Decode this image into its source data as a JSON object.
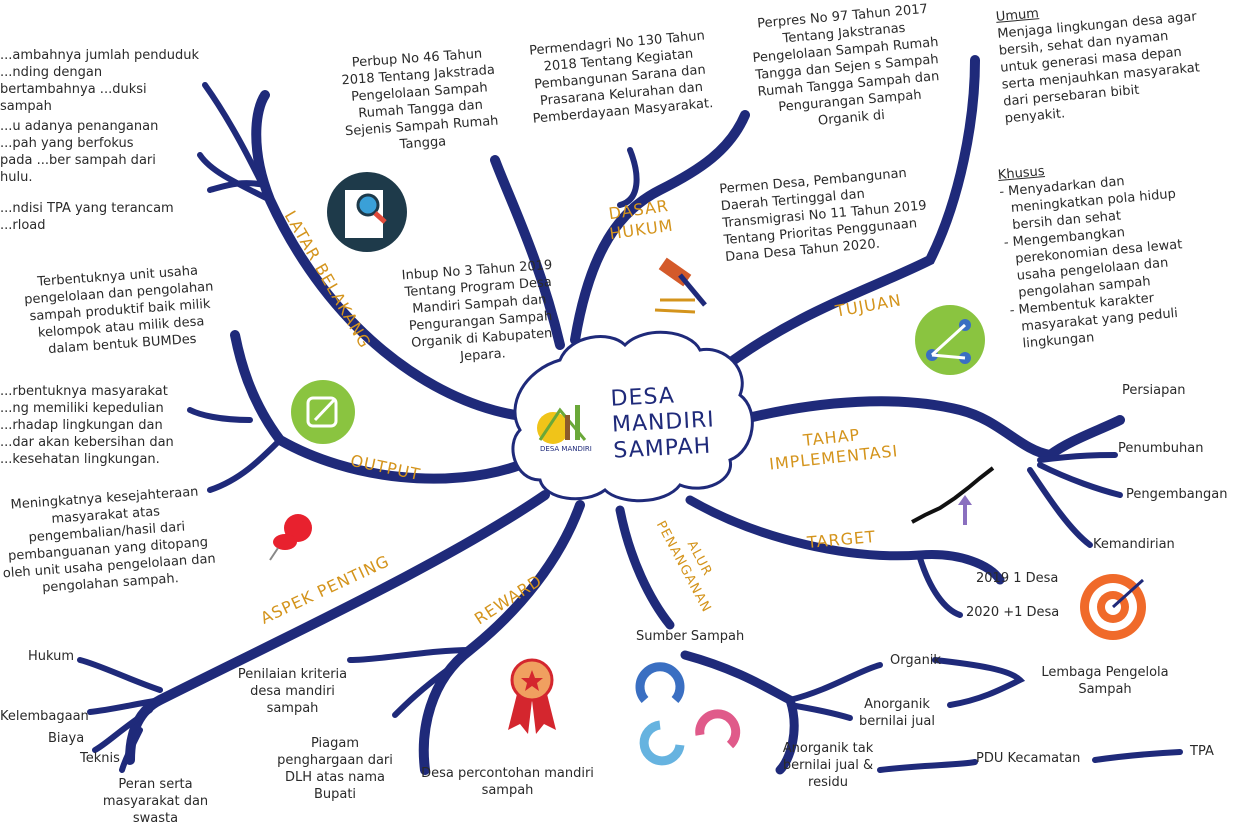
{
  "center": {
    "title_lines": [
      "DESA",
      "MANDIRI",
      "SAMPAH"
    ],
    "logo_text": "DESA MANDIRI"
  },
  "branches": {
    "latar_belakang": "LATAR BELAKANG",
    "dasar_hukum_lines": [
      "DASAR",
      "HUKUM"
    ],
    "tujuan": "TUJUAN",
    "tahap_implementasi_lines": [
      "TAHAP",
      "IMPLEMENTASI"
    ],
    "target": "TARGET",
    "alur_penanganan_lines": [
      "ALUR",
      "PENANGANAN"
    ],
    "reward": "REWARD",
    "aspek_penting": "ASPEK PENTING",
    "output": "OUTPUT"
  },
  "latar_belakang_items": [
    "...ambahnya jumlah penduduk ...nding dengan bertambahnya ...duksi sampah",
    "...u adanya penanganan ...pah yang berfokus pada ...ber sampah dari hulu.",
    "...ndisi TPA yang terancam ...rload"
  ],
  "dasar_hukum_items": [
    "Perbup No 46 Tahun 2018 Tentang Jakstrada Pengelolaan Sampah Rumah Tangga dan Sejenis Sampah Rumah Tangga",
    "Permendagri No 130 Tahun 2018 Tentang Kegiatan Pembangunan Sarana dan Prasarana Kelurahan dan Pemberdayaan Masyarakat.",
    "Perpres No 97 Tahun 2017 Tentang Jakstranas Pengelolaan Sampah Rumah Tangga dan Sejen s Sampah Rumah Tangga Sampah dan Pengurangan Sampah Organik di",
    "Permen Desa, Pembangunan Daerah Tertinggal dan Transmigrasi No 11 Tahun 2019 Tentang Prioritas Penggunaan Dana Desa Tahun 2020.",
    "Inbup No 3 Tahun 2019 Tentang Program Desa Mandiri Sampah dan Pengurangan Sampah Organik di Kabupaten Jepara."
  ],
  "tujuan": {
    "umum_label": "Umum",
    "umum_text": "Menjaga lingkungan desa agar bersih, sehat dan nyaman untuk generasi masa depan serta menjauhkan masyarakat dari persebaran bibit penyakit.",
    "khusus_label": "Khusus",
    "khusus_items": [
      "- Menyadarkan dan meningkatkan pola hidup bersih dan sehat",
      "- Mengembangkan perekonomian desa lewat usaha pengelolaan dan pengolahan sampah",
      "- Membentuk karakter masyarakat yang peduli lingkungan"
    ]
  },
  "tahap_items": [
    "Persiapan",
    "Penumbuhan",
    "Pengembangan",
    "Kemandirian"
  ],
  "target_items": [
    "2019 1 Desa",
    "2020 +1 Desa"
  ],
  "alur": {
    "sumber": "Sumber Sampah",
    "organik": "Organik",
    "anorganik_jual": "Anorganik bernilai jual",
    "lembaga": "Lembaga Pengelola Sampah",
    "anorganik_residu": "Anorganik tak bernilai jual & residu",
    "pdu": "PDU Kecamatan",
    "tpa": "TPA"
  },
  "reward_items": [
    "Penilaian kriteria desa mandiri sampah",
    "Piagam penghargaan dari DLH atas nama Bupati",
    "Desa percontohan mandiri sampah"
  ],
  "aspek_items": [
    "Hukum",
    "Kelembagaan",
    "Biaya",
    "Teknis",
    "Peran serta masyarakat dan swasta"
  ],
  "output_items": [
    "Terbentuknya unit usaha pengelolaan dan pengolahan sampah produktif baik milik kelompok atau milik desa dalam bentuk BUMDes",
    "...rbentuknya masyarakat ...ng memiliki kepedulian ...rhadap lingkungan dan ...dar akan kebersihan dan ...kesehatan lingkungan.",
    "Meningkatnya kesejahteraan masyarakat atas pengembalian/hasil dari pembanguanan yang ditopang oleh unit usaha pengelolaan dan pengolahan sampah."
  ],
  "colors": {
    "branch": "#1f2a7a",
    "label": "#d4941c",
    "text": "#2a2a2a"
  }
}
